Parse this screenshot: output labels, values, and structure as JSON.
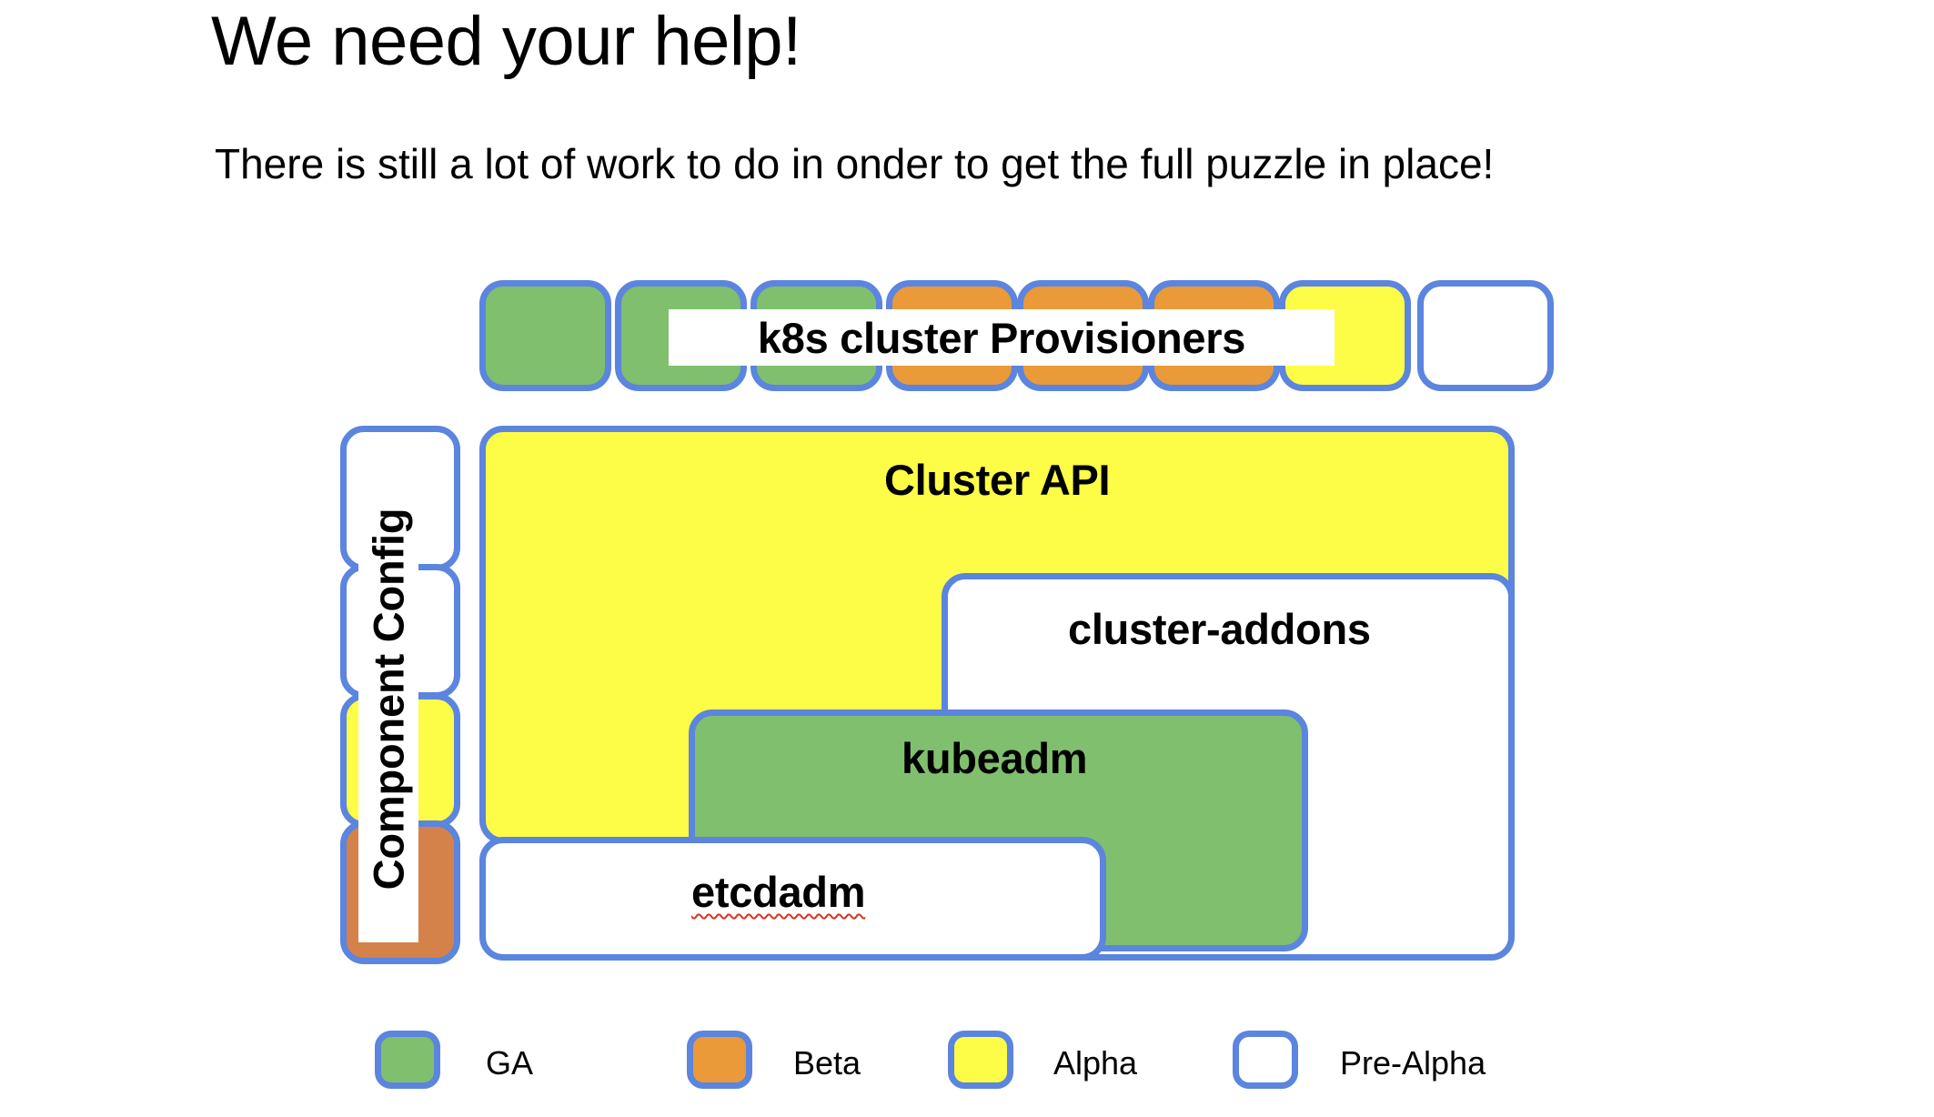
{
  "slide": {
    "title": "We need your help!",
    "subtitle": "There is still a lot of work to do in onder to get the full puzzle in place!"
  },
  "colors": {
    "border": "#5b85de",
    "ga": "#80bf6e",
    "beta": "#ea9a38",
    "beta_soft": "#d4824a",
    "alpha": "#fdfd47",
    "pre_alpha": "#ffffff",
    "spellcheck": "#e03020"
  },
  "provisioners": {
    "label": "k8s cluster Provisioners",
    "tiles": [
      {
        "status": "GA"
      },
      {
        "status": "GA"
      },
      {
        "status": "GA"
      },
      {
        "status": "Beta"
      },
      {
        "status": "Beta"
      },
      {
        "status": "Beta"
      },
      {
        "status": "Alpha"
      },
      {
        "status": "Pre-Alpha"
      }
    ]
  },
  "component_config": {
    "label": "Component Config",
    "tiles": [
      {
        "status": "Pre-Alpha"
      },
      {
        "status": "Pre-Alpha"
      },
      {
        "status": "Alpha"
      },
      {
        "status": "Beta"
      }
    ]
  },
  "puzzle": {
    "boxes": [
      {
        "label": "Cluster API",
        "status": "Alpha"
      },
      {
        "label": "cluster-addons",
        "status": "Pre-Alpha"
      },
      {
        "label": "kubeadm",
        "status": "GA"
      },
      {
        "label": "etcdadm",
        "status": "Pre-Alpha",
        "spellcheck_flag": true
      }
    ]
  },
  "legend": {
    "items": [
      {
        "label": "GA",
        "status": "GA"
      },
      {
        "label": "Beta",
        "status": "Beta"
      },
      {
        "label": "Alpha",
        "status": "Alpha"
      },
      {
        "label": "Pre-Alpha",
        "status": "Pre-Alpha"
      }
    ]
  }
}
